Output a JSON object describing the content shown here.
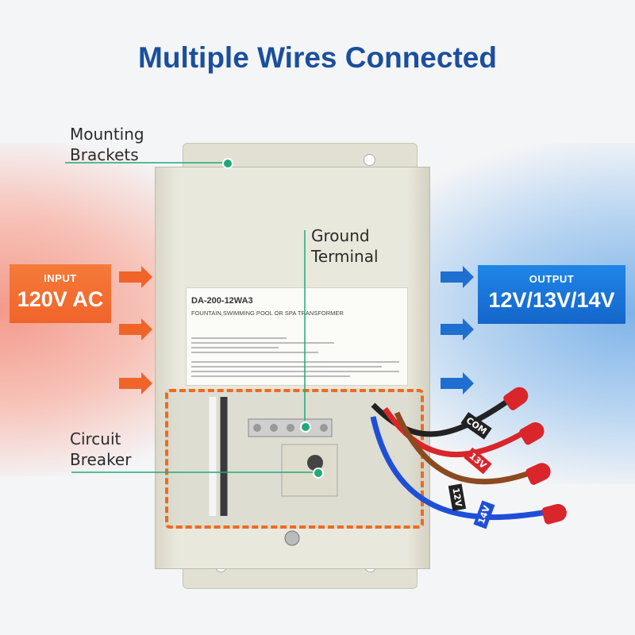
{
  "title": "Multiple Wires Connected",
  "callouts": {
    "mounting": [
      "Mounting",
      "Brackets"
    ],
    "ground": [
      "Ground",
      "Terminal"
    ],
    "breaker": [
      "Circuit",
      "Breaker"
    ]
  },
  "input": {
    "label": "INPUT",
    "value": "120V AC",
    "color": "#f0642a"
  },
  "output": {
    "label": "OUTPUT",
    "value": "12V/13V/14V",
    "color": "#1565c9"
  },
  "device_label": {
    "model": "DA-200-12WA3",
    "description": "FOUNTAIN,SWIMMING POOL OR SPA TRANSFORMER"
  },
  "wire_tags": [
    "COM",
    "13V",
    "12V",
    "14V"
  ],
  "colors": {
    "accent": "#1fa978",
    "title": "#1b4f9c",
    "dash": "#ef6a1f"
  }
}
